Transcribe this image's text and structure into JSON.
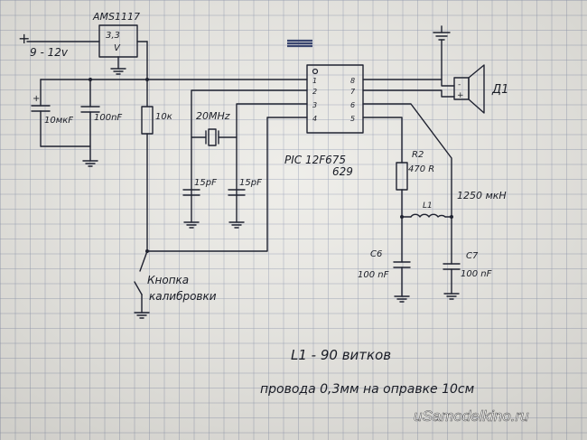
{
  "diagram": {
    "supply": {
      "plus": "+",
      "voltage": "9 - 12v"
    },
    "regulator": {
      "name": "AMS1117",
      "output": "3,3",
      "unit": "V"
    },
    "caps": {
      "c1": "10мкF",
      "c1_plus": "+",
      "c2": "100nF",
      "c3": "15pF",
      "c4": "15pF",
      "c6_name": "C6",
      "c6_value": "100 nF",
      "c7_name": "C7",
      "c7_value": "100 nF"
    },
    "r1": "10к",
    "crystal": "20MHz",
    "mcu": {
      "name": "PIC 12F675",
      "alt": "629",
      "pins_left": [
        "1",
        "2",
        "3",
        "4"
      ],
      "pins_right": [
        "8",
        "7",
        "6",
        "5"
      ]
    },
    "r2": {
      "name": "R2",
      "value": "470 R"
    },
    "l1": {
      "name": "L1",
      "value": "1250 мкН"
    },
    "speaker": {
      "label": "Д1",
      "minus": "-",
      "plus": "+"
    },
    "button": {
      "line1": "Кнопка",
      "line2": "калибровки"
    },
    "notes": {
      "line1": "L1 -  90 витков",
      "line2": "провода 0,3мм  на оправке 10см"
    },
    "watermark": "uSamodelkino.ru"
  },
  "colors": {
    "ink": "#1f2230",
    "paper": "#ecebe6",
    "grid": "#8c96af"
  }
}
